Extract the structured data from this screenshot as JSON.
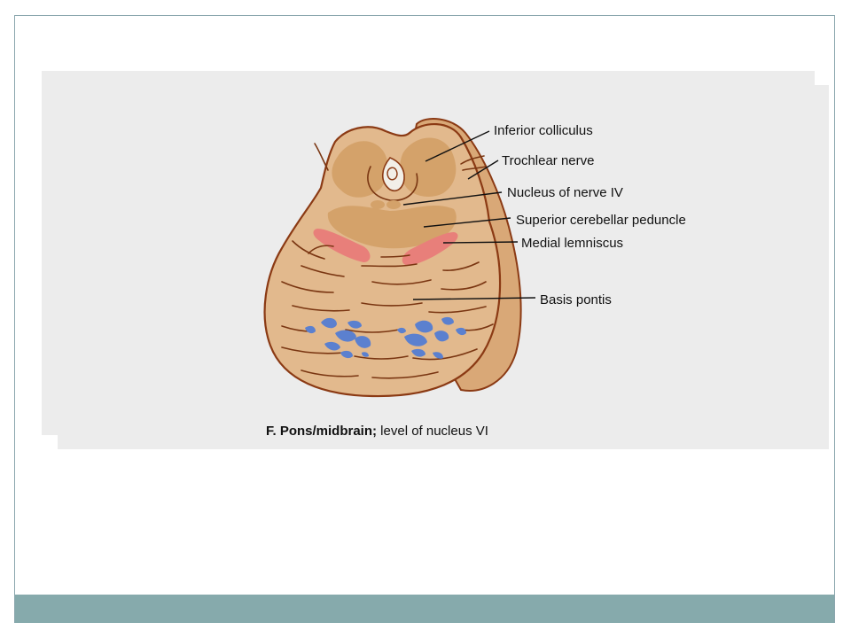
{
  "figure": {
    "labels": {
      "inferior_colliculus": "Inferior colliculus",
      "trochlear_nerve": "Trochlear nerve",
      "nucleus_nerve_iv": "Nucleus of nerve IV",
      "superior_cerebellar_peduncle": "Superior cerebellar peduncle",
      "medial_lemniscus": "Medial lemniscus",
      "basis_pontis": "Basis pontis"
    },
    "caption": {
      "bold": "F. Pons/midbrain;",
      "rest": " level of nucleus VI"
    }
  },
  "colors": {
    "frame_border": "#8aa6ad",
    "footer_bar": "#86aaac",
    "panel_bg": "#ececec",
    "tissue": "#e2b98d",
    "tissue_dark": "#d4a26a",
    "outline": "#8b3a14",
    "lemniscus": "#e87f7a",
    "nuclei_blue": "#5b80cf"
  }
}
